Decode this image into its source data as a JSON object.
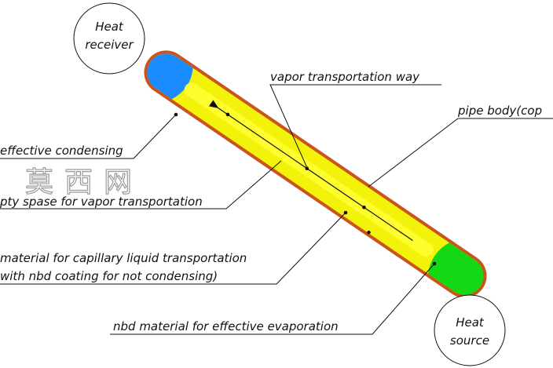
{
  "colors": {
    "pipe_shell": "#c9541c",
    "wick": "#f2f20a",
    "vapor_core": "#ffff33",
    "condenser": "#1a8cff",
    "evaporator": "#14d814"
  },
  "bubbles": {
    "receiver": {
      "line1": "Heat",
      "line2": "receiver"
    },
    "source": {
      "line1": "Heat",
      "line2": "source"
    }
  },
  "labels": {
    "vapor_way": "vapor transportation way",
    "pipe_body": "pipe body(cop",
    "condensing": "effective condensing",
    "empty_space": "pty spase for vapor transportation",
    "capillary_line1": "material for capillary liquid transportation",
    "capillary_line2": "with nbd coating for not condensing)",
    "evaporation": "nbd material for effective evaporation"
  },
  "watermark": {
    "text": "莫西网"
  }
}
